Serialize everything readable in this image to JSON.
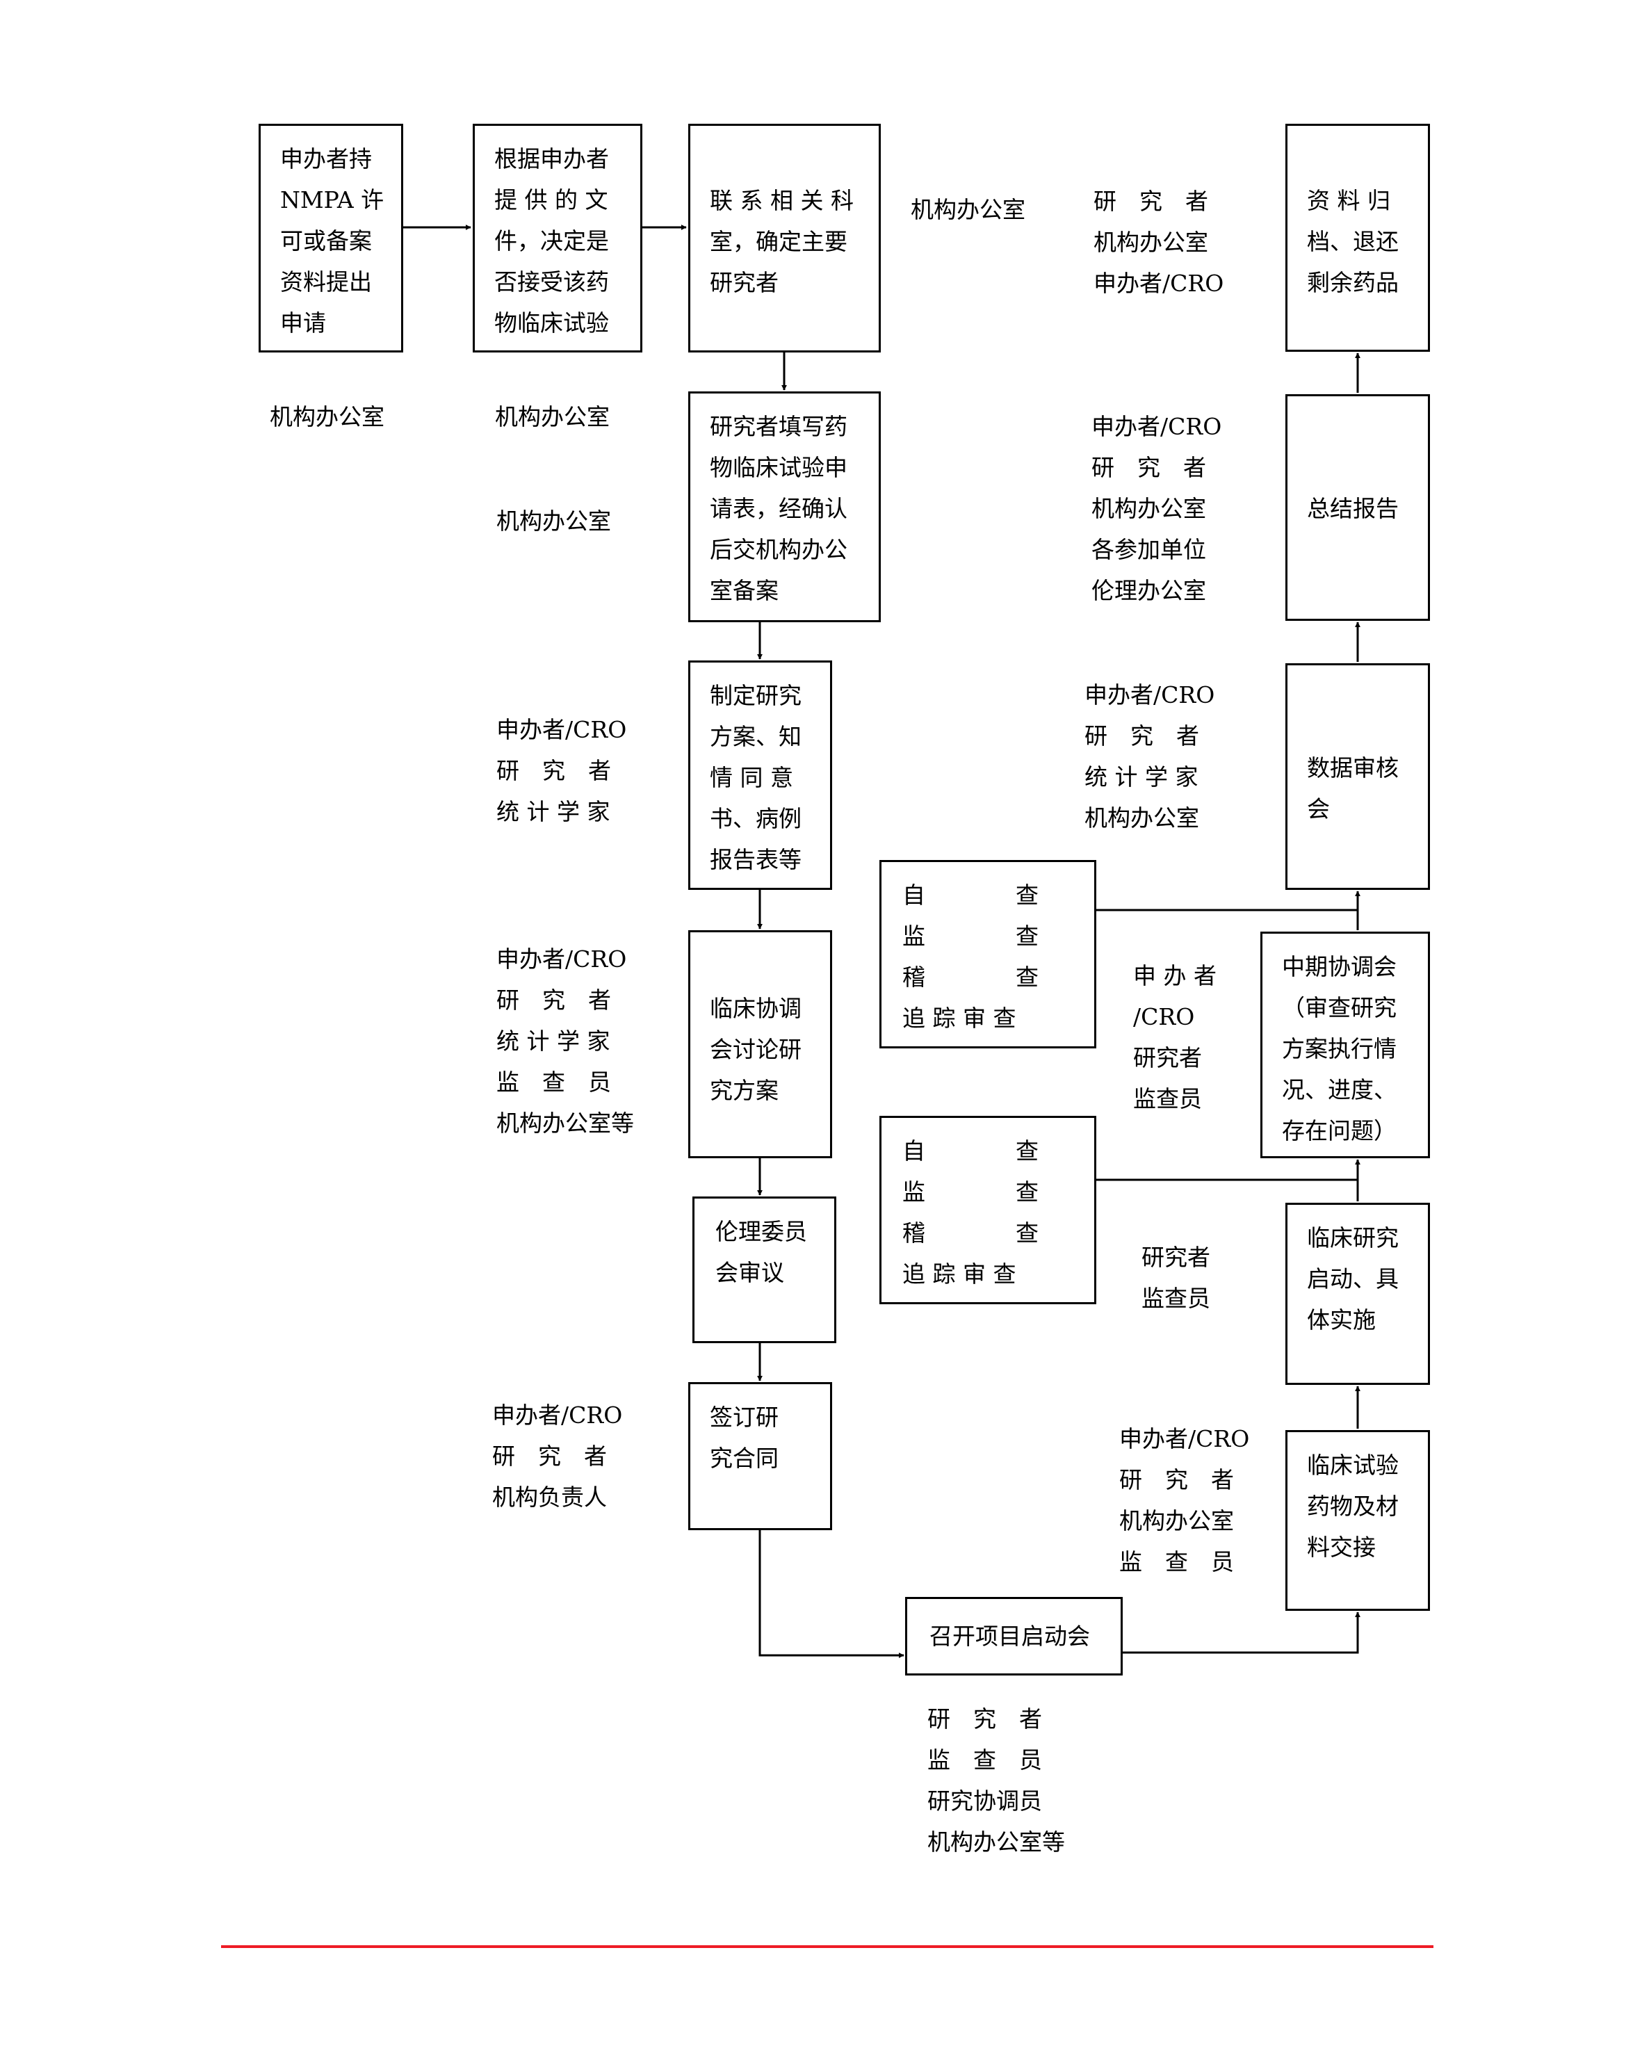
{
  "boxes": {
    "apply": "申办者持\nNMPA 许\n可或备案\n资料提出\n申请",
    "decide": "根据申办者\n提 供 的 文\n件，决定是\n否接受该药\n物临床试验",
    "contact": "联 系 相 关 科\n室，确定主要\n研究者",
    "fill_form": "研究者填写药\n物临床试验申\n请表，经确认\n后交机构办公\n室备案",
    "draft": "制定研究\n方案、知\n情 同 意\n书、病例\n报告表等",
    "meeting": "临床协调\n会讨论研\n究方案",
    "ethics": "伦理委员\n会审议",
    "contract": "签订研\n究合同",
    "kickoff": "召开项目启动会",
    "handover": "临床试验\n药物及材\n料交接",
    "implement": "临床研究\n启动、具\n体实施",
    "midterm": "中期协调会\n（审查研究\n方案执行情\n况、进度、\n存在问题）",
    "data_review": "数据审核\n会",
    "summary": "总结报告",
    "archive": "资 料 归\n档、退还\n剩余药品"
  },
  "check_boxes": [
    {
      "rows": [
        [
          "自",
          "查"
        ],
        [
          "监",
          "查"
        ],
        [
          "稽",
          "查"
        ],
        [
          "追 踪 审 查",
          ""
        ]
      ]
    },
    {
      "rows": [
        [
          "自",
          "查"
        ],
        [
          "监",
          "查"
        ],
        [
          "稽",
          "查"
        ],
        [
          "追 踪 审 查",
          ""
        ]
      ]
    }
  ],
  "labels": {
    "apply_resp": "机构办公室",
    "decide_resp": "机构办公室",
    "contact_resp": "机构办公室",
    "fill_resp": "机构办公室",
    "draft_resp": "申办者/CRO\n研　究　者\n统 计 学 家",
    "meeting_resp": "申办者/CRO\n研　究　者\n统 计 学 家\n监　查　员\n机构办公室等",
    "contract_resp": "申办者/CRO\n研　究　者\n机构负责人",
    "kickoff_resp": "研　究　者\n监　查　员\n研究协调员\n机构办公室等",
    "handover_resp": "申办者/CRO\n研　究　者\n机构办公室\n监　查　员",
    "implement_resp": "研究者\n监查员",
    "midterm_resp": "申 办 者\n/CRO\n研究者\n监查员",
    "data_resp": "申办者/CRO\n研　究　者\n统 计 学 家\n机构办公室",
    "summary_resp": "申办者/CRO\n研　究　者\n机构办公室\n各参加单位\n伦理办公室",
    "archive_resp": "研　究　者\n机构办公室\n申办者/CRO"
  },
  "colors": {
    "footer_rule": "#ee1c25",
    "line": "#000000"
  }
}
